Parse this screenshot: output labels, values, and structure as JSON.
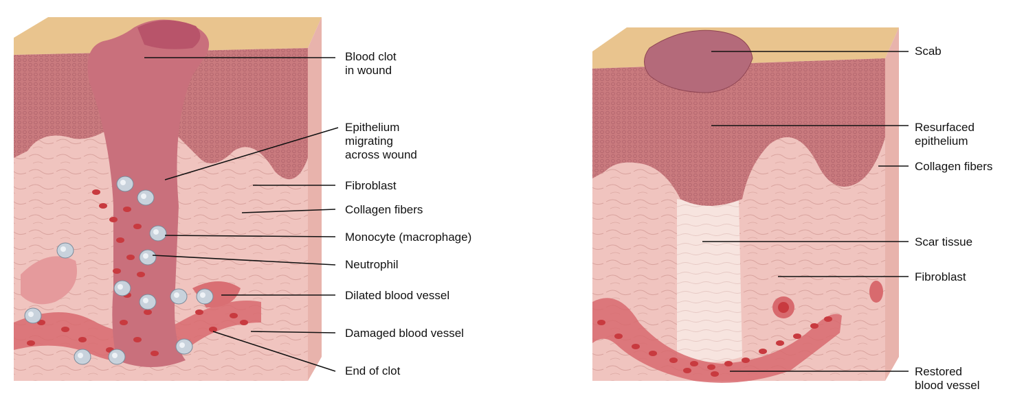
{
  "left_panel": {
    "labels": [
      {
        "id": "blood-clot",
        "text": "Blood clot\nin wound"
      },
      {
        "id": "epithelium-migrating",
        "text": "Epithelium\nmigrating\nacross wound"
      },
      {
        "id": "fibroblast",
        "text": "Fibroblast"
      },
      {
        "id": "collagen-fibers",
        "text": "Collagen fibers"
      },
      {
        "id": "monocyte",
        "text": "Monocyte (macrophage)"
      },
      {
        "id": "neutrophil",
        "text": "Neutrophil"
      },
      {
        "id": "dilated-vessel",
        "text": "Dilated blood vessel"
      },
      {
        "id": "damaged-vessel",
        "text": "Damaged blood vessel"
      },
      {
        "id": "end-of-clot",
        "text": "End of clot"
      }
    ]
  },
  "right_panel": {
    "labels": [
      {
        "id": "scab",
        "text": "Scab"
      },
      {
        "id": "resurfaced-epithelium",
        "text": "Resurfaced\nepithelium"
      },
      {
        "id": "collagen-fibers",
        "text": "Collagen fibers"
      },
      {
        "id": "scar-tissue",
        "text": "Scar tissue"
      },
      {
        "id": "fibroblast",
        "text": "Fibroblast"
      },
      {
        "id": "restored-vessel",
        "text": "Restored\nblood vessel"
      }
    ]
  },
  "colors": {
    "skin_top": "#e9c48e",
    "epidermis": "#c97a7e",
    "epidermis_dark": "#a85a63",
    "dermis": "#f0c4bf",
    "dermis_light": "#f6dcd6",
    "clot": "#c9707c",
    "vessel": "#d86a6e",
    "rbc": "#c83a3f",
    "wbc": "#c8d2dc",
    "line": "#111111"
  }
}
